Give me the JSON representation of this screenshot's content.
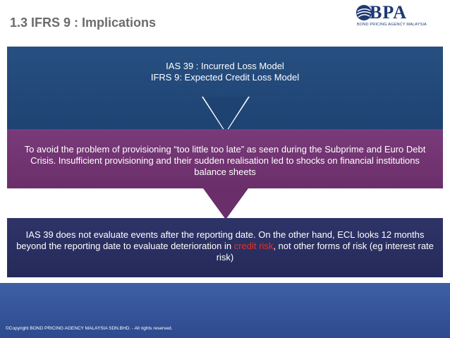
{
  "slide": {
    "title": "1.3 IFRS 9 : Implications"
  },
  "logo": {
    "text": "BPA",
    "subtitle": "BOND PRICING AGENCY MALAYSIA"
  },
  "boxes": {
    "first": {
      "line1": "IAS 39 : Incurred Loss Model",
      "line2": "IFRS 9: Expected Credit Loss Model"
    },
    "second": {
      "text": "To avoid the problem of provisioning “too little too late” as seen during the Subprime and Euro Debt Crisis. Insufficient provisioning and their sudden realisation led to shocks on financial institutions balance sheets"
    },
    "third": {
      "text_before": "IAS 39 does not evaluate events after the reporting date. On the other hand, ECL looks 12 months beyond the reporting date to evaluate deterioration in ",
      "highlight": "credit risk",
      "text_after": ", not other forms of risk (eg interest rate risk)"
    }
  },
  "footer": {
    "copyright": "©Copyright BOND PRICING AGENCY MALAYSIA SDN.BHD. - All rights reserved."
  },
  "colors": {
    "box1": "#1e4373",
    "box2": "#6a2f6a",
    "box3": "#252a5a",
    "footer": "#2d4a8e",
    "highlight": "#e3322b"
  }
}
